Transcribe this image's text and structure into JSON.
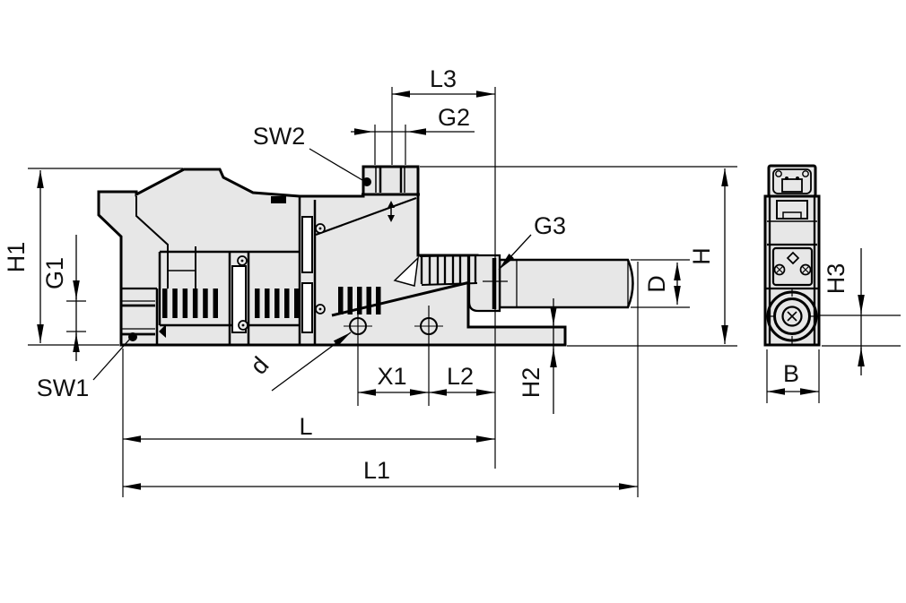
{
  "drawing": {
    "kind": "technical-dimensional-drawing",
    "views": {
      "main": "side-section-view",
      "end": "end-view"
    }
  },
  "colors": {
    "background": "#ffffff",
    "body_fill": "#e7e7e7",
    "line": "#000000"
  },
  "labels": {
    "l3": "L3",
    "g2": "G2",
    "sw2": "SW2",
    "g3": "G3",
    "h": "H",
    "d_diameter": "D",
    "h1": "H1",
    "g1": "G1",
    "sw1": "SW1",
    "d_hole": "d",
    "x1": "X1",
    "l2": "L2",
    "h2": "H2",
    "l": "L",
    "l1": "L1",
    "h3": "H3",
    "b": "B"
  }
}
